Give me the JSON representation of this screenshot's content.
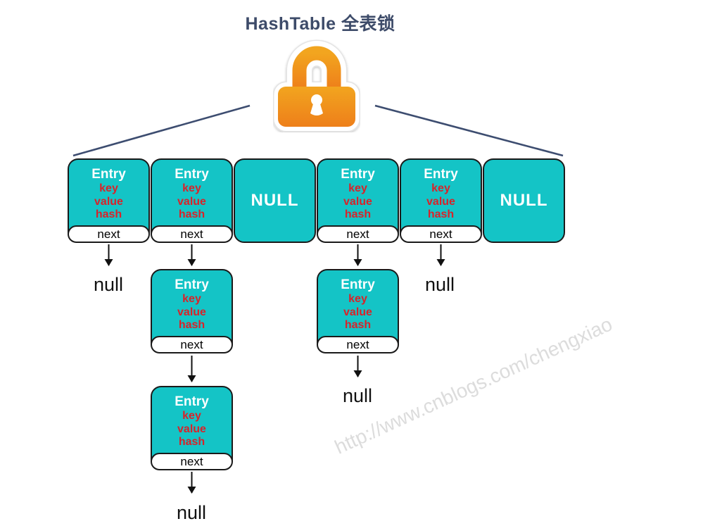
{
  "header": {
    "title": "HashTable 全表锁"
  },
  "lock": {
    "icon": "padlock-icon"
  },
  "entry_box": {
    "title": "Entry",
    "fields": [
      "key",
      "value",
      "hash"
    ],
    "next_label": "next"
  },
  "null_box": {
    "label": "NULL"
  },
  "null_ref": {
    "label": "null"
  },
  "watermark": {
    "text": "http://www.cnblogs.com/chengxiao"
  },
  "buckets": [
    {
      "index": 0,
      "type": "entry",
      "chain": [
        "entry"
      ],
      "terminal": "null"
    },
    {
      "index": 1,
      "type": "entry",
      "chain": [
        "entry",
        "entry",
        "entry"
      ],
      "terminal": "null"
    },
    {
      "index": 2,
      "type": "null"
    },
    {
      "index": 3,
      "type": "entry",
      "chain": [
        "entry",
        "entry"
      ],
      "terminal": "null"
    },
    {
      "index": 4,
      "type": "entry",
      "chain": [
        "entry"
      ],
      "terminal": "null"
    },
    {
      "index": 5,
      "type": "null"
    }
  ],
  "colors": {
    "bucket_teal": "#14C4C6",
    "field_red": "#D8232A",
    "title_navy": "#3D4B69",
    "connector_navy": "#3D4D70",
    "arrow_black": "#111111",
    "box_border": "#1A1A1A",
    "lock_orange_top": "#F2A51F",
    "lock_orange_bottom": "#EE7F1A",
    "watermark_gray": "#DCDCDC"
  }
}
